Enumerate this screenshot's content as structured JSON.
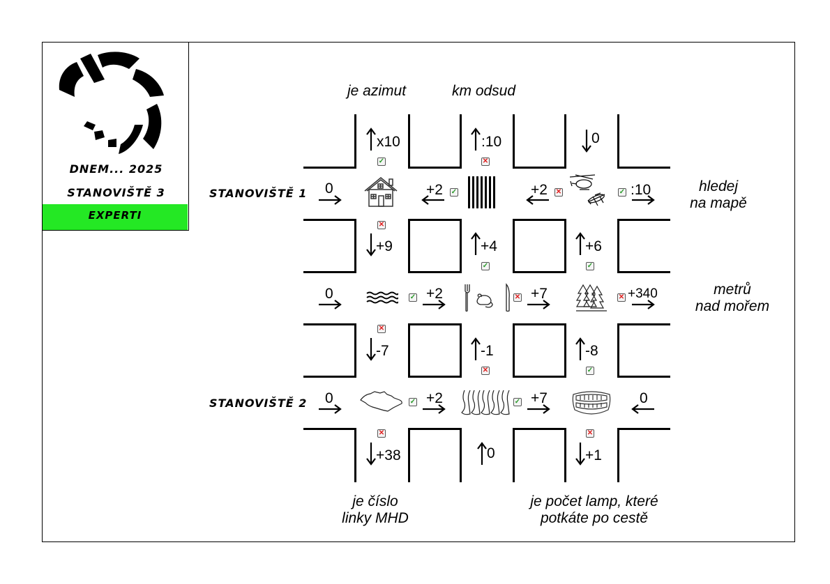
{
  "header": {
    "event": "DNEM... 2025",
    "station": "STANOVIŠTĚ 3",
    "level": "EXPERTI",
    "level_color": "#24e824"
  },
  "labels": {
    "start1": "STANOVIŠTĚ 1",
    "start2": "STANOVIŠTĚ 2"
  },
  "notes": {
    "top_left": "je azimut",
    "top_mid": "km odsud",
    "right_top_1": "hledej",
    "right_top_2": "na mapě",
    "right_mid_1": "metrů",
    "right_mid_2": "nad mořem",
    "bottom_left_1": "je číslo",
    "bottom_left_2": "linky MHD",
    "bottom_right_1": "je počet lamp, které",
    "bottom_right_2": "potkáte po cestě"
  },
  "colors": {
    "check_ok": "#2a9a2a",
    "check_no": "#e02020"
  },
  "row1": {
    "start_op": "0",
    "icon1": "house-icon",
    "op2": "+2",
    "op2_check": "ok",
    "icon2": "crosswalk-icon",
    "op3": "+2",
    "op3_check": "no",
    "icon3": "helicopter-airplane-icon",
    "op4": ":10",
    "op4_check": "ok"
  },
  "row2": {
    "start_op": "0",
    "icon1": "waves-icon",
    "op2": "+2",
    "op2_check": "ok",
    "icon2": "mouse-cutlery-icon",
    "op3": "+7",
    "op3_check": "no",
    "icon3": "forest-icon",
    "op4": "+340",
    "op4_check": "no"
  },
  "row3": {
    "start_op": "0",
    "icon1": "czech-map-icon",
    "op2": "+2",
    "op2_check": "ok",
    "icon2": "legs-icon",
    "op3": "+7",
    "op3_check": "ok",
    "icon3": "teeth-icon",
    "op4": "0"
  },
  "vertical": {
    "c1_top": "x10",
    "c1_top_check": "ok",
    "c2_top": ":10",
    "c2_top_check": "no",
    "c3_top": "0",
    "c1_r2": "+9",
    "c1_r2_check": "no",
    "c2_r2": "+4",
    "c2_r2_check": "ok",
    "c3_r2": "+6",
    "c3_r2_check": "ok",
    "c1_r3": "-7",
    "c1_r3_check": "no",
    "c2_r3": "-1",
    "c2_r3_check": "no",
    "c3_r3": "-8",
    "c3_r3_check": "ok",
    "c1_bot": "+38",
    "c1_bot_check": "no",
    "c2_bot": "0",
    "c3_bot": "+1",
    "c3_bot_check": "no"
  }
}
